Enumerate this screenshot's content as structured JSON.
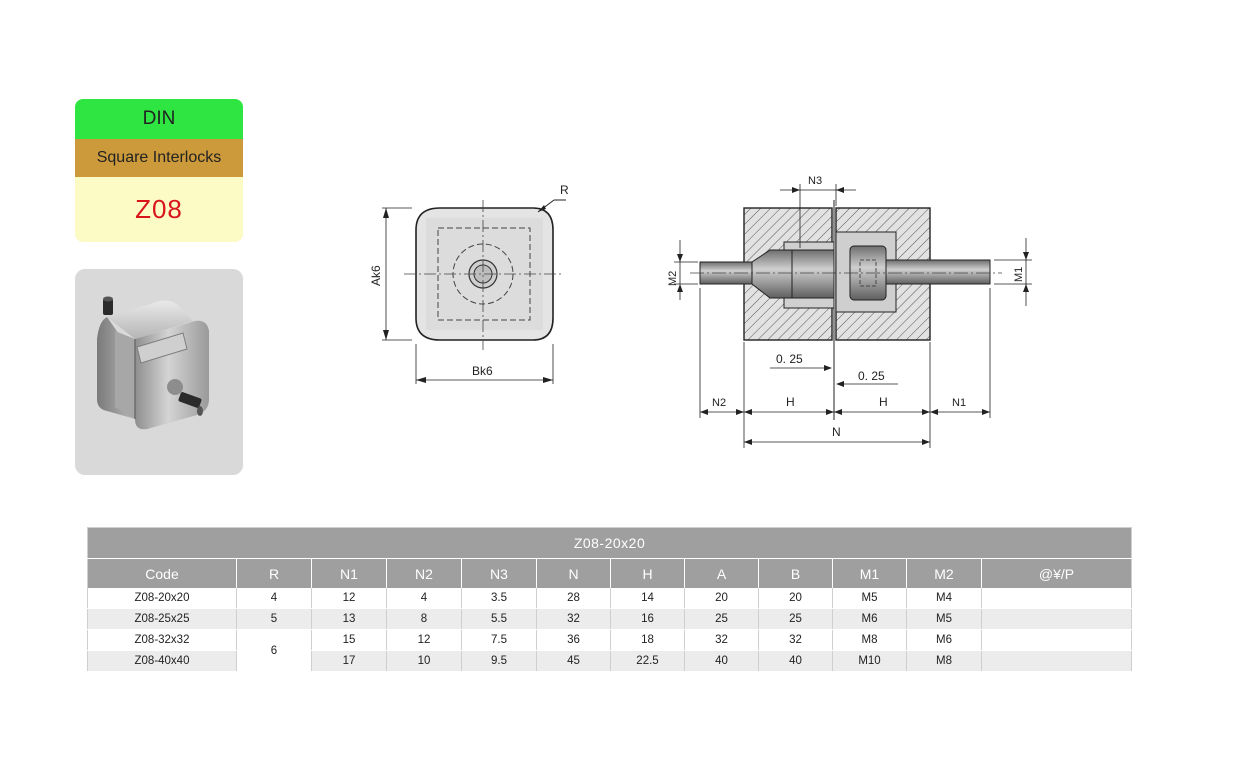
{
  "label": {
    "standard": "DIN",
    "category": "Square Interlocks",
    "code": "Z08"
  },
  "drawing_front": {
    "r_label": "R",
    "ak_label": "Ak6",
    "bk_label": "Bk6"
  },
  "drawing_side": {
    "n3_label": "N3",
    "m2_label": "M2",
    "m1_label": "M1",
    "gap_top_label": "0. 25",
    "gap_bottom_label": "0. 25",
    "n2_label": "N2",
    "h_left_label": "H",
    "h_right_label": "H",
    "n1_label": "N1",
    "n_label": "N"
  },
  "table": {
    "title": "Z08-20x20",
    "headers": [
      "Code",
      "R",
      "N1",
      "N2",
      "N3",
      "N",
      "H",
      "A",
      "B",
      "M1",
      "M2",
      "@¥/P"
    ],
    "rows": [
      {
        "code": "Z08-20x20",
        "r": "4",
        "n1": "12",
        "n2": "4",
        "n3": "3.5",
        "n": "28",
        "h": "14",
        "a": "20",
        "b": "20",
        "m1": "M5",
        "m2": "M4",
        "price": ""
      },
      {
        "code": "Z08-25x25",
        "r": "5",
        "n1": "13",
        "n2": "8",
        "n3": "5.5",
        "n": "32",
        "h": "16",
        "a": "25",
        "b": "25",
        "m1": "M6",
        "m2": "M5",
        "price": ""
      },
      {
        "code": "Z08-32x32",
        "r": "6",
        "n1": "15",
        "n2": "12",
        "n3": "7.5",
        "n": "36",
        "h": "18",
        "a": "32",
        "b": "32",
        "m1": "M8",
        "m2": "M6",
        "price": ""
      },
      {
        "code": "Z08-40x40",
        "r": "",
        "n1": "17",
        "n2": "10",
        "n3": "9.5",
        "n": "45",
        "h": "22.5",
        "a": "40",
        "b": "40",
        "m1": "M10",
        "m2": "M8",
        "price": ""
      }
    ]
  }
}
